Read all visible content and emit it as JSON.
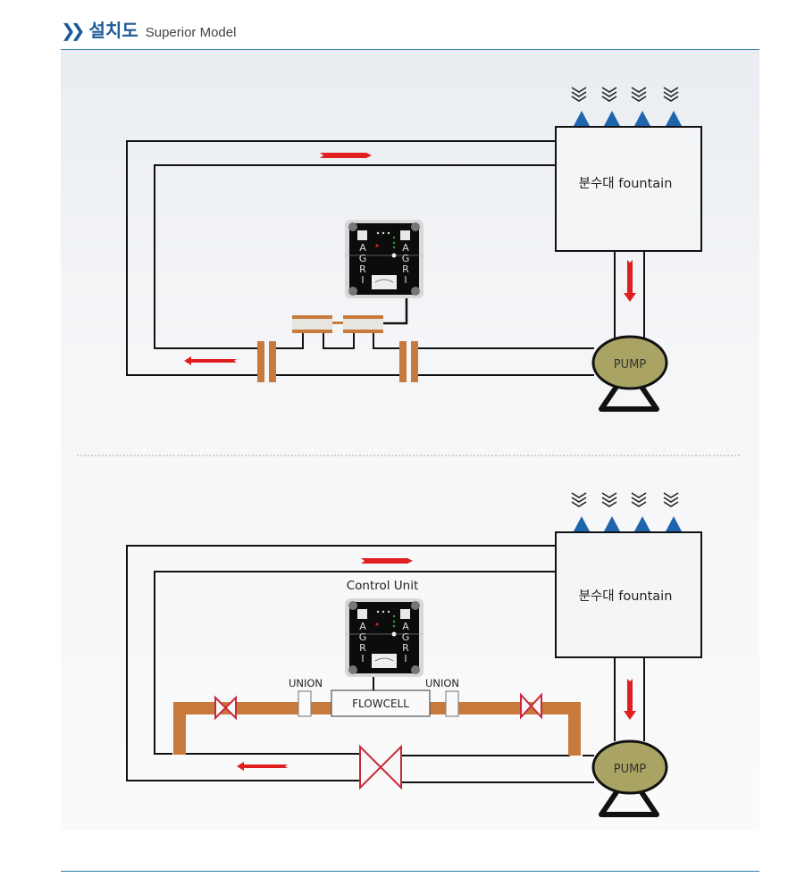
{
  "header": {
    "chevron_icon": "double-chevron-right",
    "title_ko": "설치도",
    "title_en": "Superior Model"
  },
  "colors": {
    "accent": "#1d5a96",
    "rule": "#2f7aa8",
    "arrow": "#e02020",
    "pipe_copper": "#c87a3c",
    "valve": "#c8283a",
    "pump_fill": "#a9a463",
    "nozzle": "#1f65ad"
  },
  "diagram_top": {
    "fountain_label": "분수대 fountain",
    "pump_label": "PUMP",
    "controller_text_left": [
      "A",
      "G",
      "R",
      "I"
    ],
    "controller_text_right": [
      "A",
      "G",
      "R",
      "I"
    ]
  },
  "diagram_bottom": {
    "fountain_label": "분수대 fountain",
    "pump_label": "PUMP",
    "control_unit_label": "Control Unit",
    "flowcell_label": "FLOWCELL",
    "union_left_label": "UNION",
    "union_right_label": "UNION",
    "controller_text_left": [
      "A",
      "G",
      "R",
      "I"
    ],
    "controller_text_right": [
      "A",
      "G",
      "R",
      "I"
    ]
  }
}
